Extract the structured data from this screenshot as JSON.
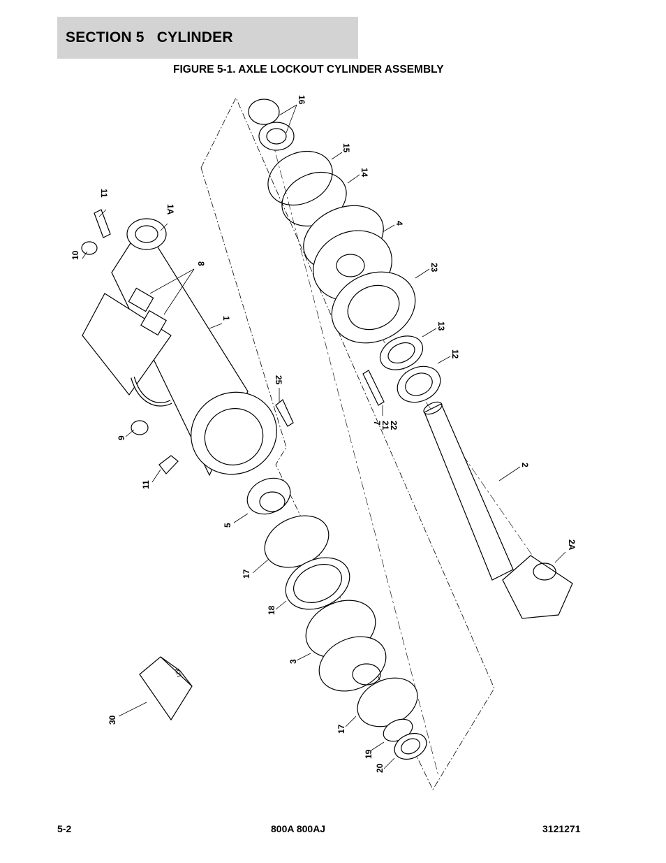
{
  "header": {
    "section_title": "SECTION 5   CYLINDER"
  },
  "figure": {
    "title": "FIGURE 5-1. AXLE LOCKOUT CYLINDER ASSEMBLY",
    "callouts": [
      "16",
      "15",
      "14",
      "4",
      "23",
      "13",
      "12",
      "7",
      "21",
      "22",
      "2",
      "2A",
      "11",
      "1A",
      "10",
      "8",
      "1",
      "25",
      "9",
      "11",
      "5",
      "17",
      "18",
      "3",
      "17",
      "19",
      "20",
      "30"
    ],
    "kit_label": "KIT"
  },
  "footer": {
    "page": "5-2",
    "model": "800A 800AJ",
    "doc_number": "3121271"
  }
}
